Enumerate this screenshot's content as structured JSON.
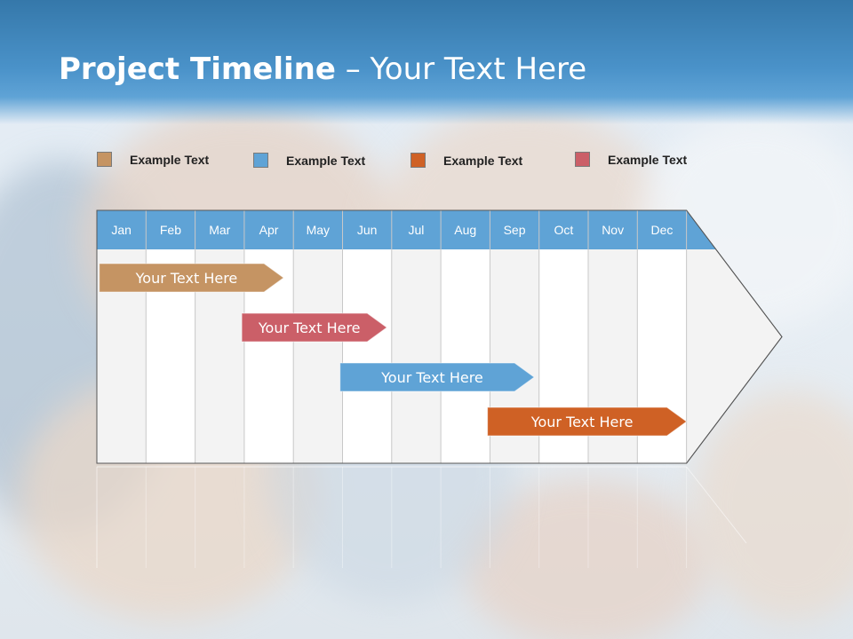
{
  "slide": {
    "title_bold": "Project Timeline",
    "title_rest": " – Your Text Here"
  },
  "legend": [
    {
      "label": "Example Text",
      "color": "#c59463"
    },
    {
      "label": "Example Text",
      "color": "#5fa3d6"
    },
    {
      "label": "Example Text",
      "color": "#cf6125"
    },
    {
      "label": "Example Text",
      "color": "#cb5f68"
    }
  ],
  "timeline": {
    "months": [
      "Jan",
      "Feb",
      "Mar",
      "Apr",
      "May",
      "Jun",
      "Jul",
      "Aug",
      "Sep",
      "Oct",
      "Nov",
      "Dec"
    ],
    "header_color": "#5fa3d6",
    "tasks": [
      {
        "label": "Your  Text Here",
        "start_month": 0.05,
        "end_month": 3.8,
        "color": "#c59463"
      },
      {
        "label": "Your  Text Here",
        "start_month": 2.95,
        "end_month": 5.9,
        "color": "#cb5f68"
      },
      {
        "label": "Your  Text Here",
        "start_month": 4.95,
        "end_month": 8.9,
        "color": "#5fa3d6"
      },
      {
        "label": "Your  Text Here",
        "start_month": 7.95,
        "end_month": 12.0,
        "color": "#cf6125"
      }
    ]
  }
}
